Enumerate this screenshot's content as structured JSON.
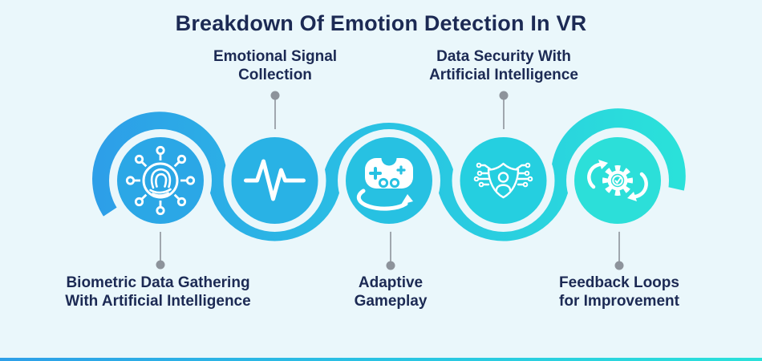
{
  "title": "Breakdown Of Emotion Detection In VR",
  "background_color": "#eaf7fb",
  "text_color": "#1c2a54",
  "connector_color": "#8d939b",
  "wave": {
    "gradient_start": "#2d9fe8",
    "gradient_mid": "#29c3e3",
    "gradient_end": "#2ae1da"
  },
  "steps": [
    {
      "icon": "fingerprint-network-icon",
      "circle_color": "#2ba7e6",
      "label_position": "bottom",
      "label_lines": [
        "Biometric Data Gathering",
        "With Artificial Intelligence"
      ]
    },
    {
      "icon": "pulse-waveform-icon",
      "circle_color": "#29b2e5",
      "label_position": "top",
      "label_lines": [
        "Emotional Signal",
        "Collection"
      ]
    },
    {
      "icon": "gamepad-rotate-icon",
      "circle_color": "#27c1e2",
      "label_position": "bottom",
      "label_lines": [
        "Adaptive",
        "Gameplay"
      ]
    },
    {
      "icon": "shield-user-circuit-icon",
      "circle_color": "#25cfe0",
      "label_position": "top",
      "label_lines": [
        "Data Security With",
        "Artificial Intelligence"
      ]
    },
    {
      "icon": "gear-sync-arrows-icon",
      "circle_color": "#2cdfd9",
      "label_position": "bottom",
      "label_lines": [
        "Feedback Loops",
        "for Improvement"
      ]
    }
  ]
}
